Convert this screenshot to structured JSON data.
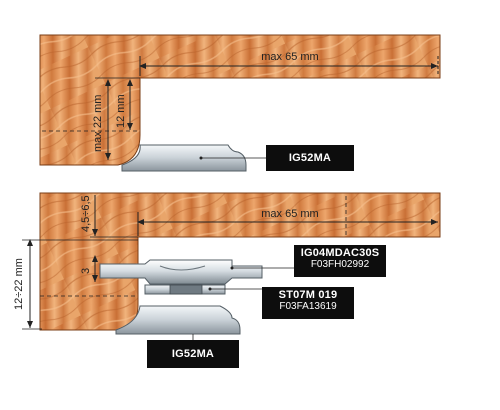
{
  "top_diagram": {
    "dim_width": "max 65 mm",
    "dim_depth_max": "max 22 mm",
    "dim_depth_min": "12 mm",
    "tool_label": "IG52MA"
  },
  "bottom_diagram": {
    "dim_width": "max 65 mm",
    "dim_offset": "4,5÷6,5",
    "dim_small": "3",
    "dim_thickness": "12÷22 mm",
    "cutter_label": "IG04MDAC30S",
    "cutter_code": "F03FH02992",
    "spacer_label": "ST07M 019",
    "spacer_code": "F03FA13619",
    "tool_label": "IG52MA"
  },
  "colors": {
    "wood_light": "#e9a56a",
    "wood_dark": "#c86f34",
    "steel_light": "#eef2f5",
    "steel_dark": "#8b959d",
    "label_bg": "#0d0d0d"
  }
}
